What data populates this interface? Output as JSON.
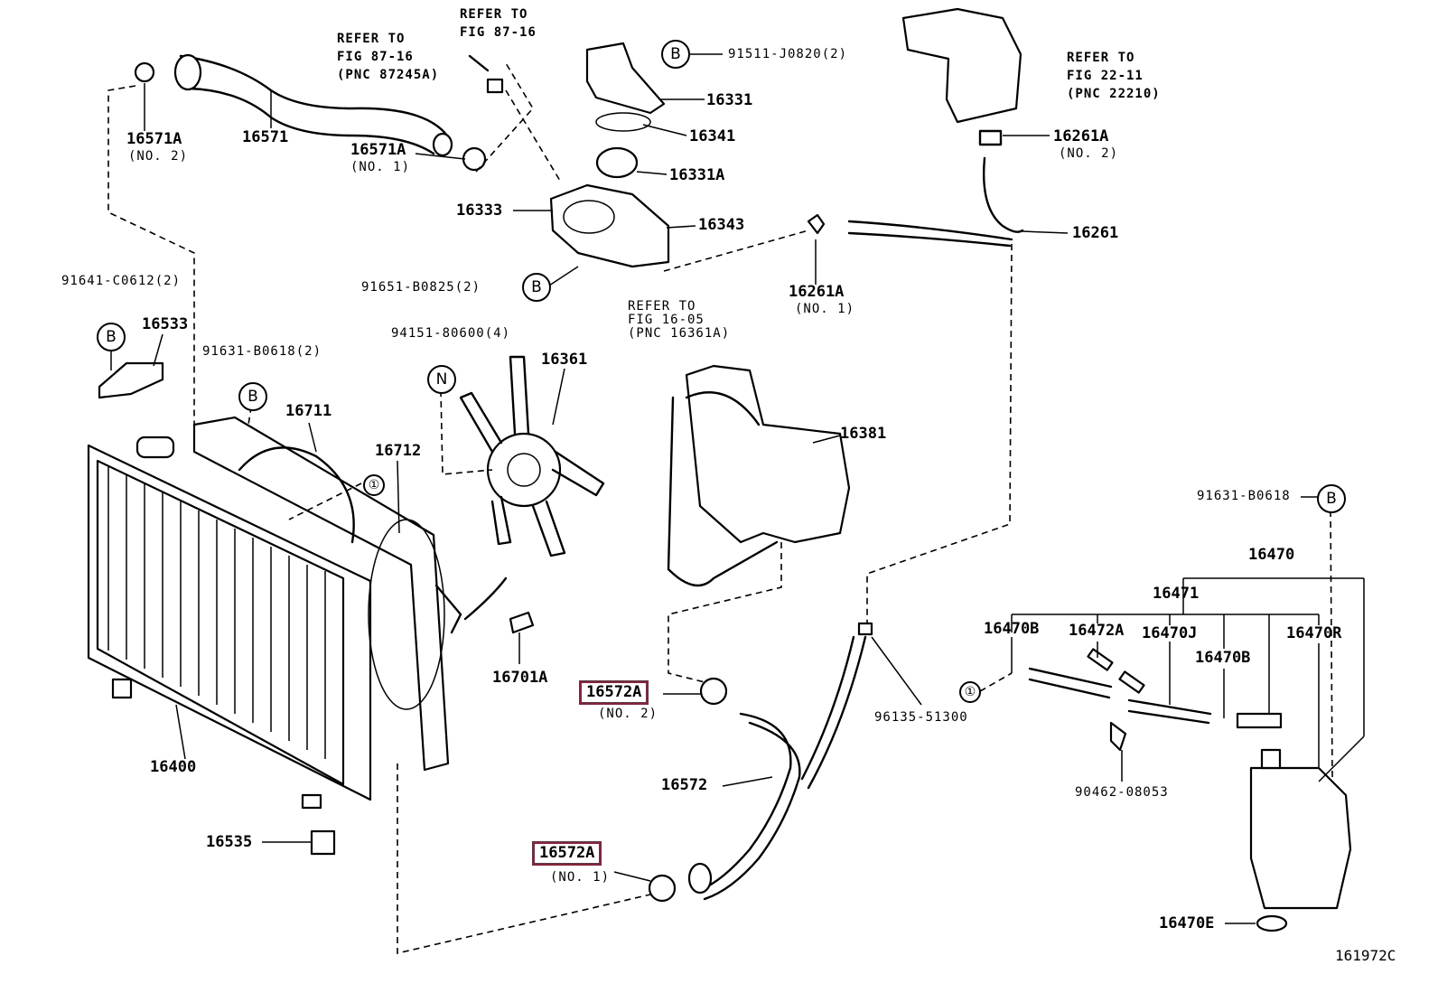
{
  "parts": {
    "p16571A_no2": "16571A",
    "p16571A_no2_sub": "(NO. 2)",
    "p16571": "16571",
    "p16571A_no1": "16571A",
    "p16571A_no1_sub": "(NO. 1)",
    "p16331": "16331",
    "p16341": "16341",
    "p16331A": "16331A",
    "p16333": "16333",
    "p16343": "16343",
    "p16261A_no2": "16261A",
    "p16261A_no2_sub": "(NO. 2)",
    "p16261": "16261",
    "p16261A_no1": "16261A",
    "p16261A_no1_sub": "(NO. 1)",
    "p16533": "16533",
    "p16711": "16711",
    "p16712": "16712",
    "p16361": "16361",
    "p16381": "16381",
    "p16701A": "16701A",
    "p16572A_no2": "16572A",
    "p16572A_no2_sub": "(NO. 2)",
    "p16572": "16572",
    "p16572A_no1": "16572A",
    "p16572A_no1_sub": "(NO. 1)",
    "p16400": "16400",
    "p16535": "16535",
    "p16470": "16470",
    "p16471": "16471",
    "p16470B_a": "16470B",
    "p16472A": "16472A",
    "p16470J": "16470J",
    "p16470B_b": "16470B",
    "p16470R": "16470R",
    "p16470E": "16470E"
  },
  "fasteners": {
    "f91511": "91511-J0820(2)",
    "f91651": "91651-B0825(2)",
    "f91641": "91641-C0612(2)",
    "f91631_a": "91631-B0618(2)",
    "f94151": "94151-80600(4)",
    "f91631_b": "91631-B0618",
    "f96135": "96135-51300",
    "f90462": "90462-08053"
  },
  "references": {
    "r1": "REFER TO\nFIG 87-16\n(PNC 87245A)",
    "r2": "REFER TO\nFIG 87-16",
    "r3": "REFER TO\nFIG 22-11\n(PNC 22210)",
    "r4": "REFER TO\nFIG 16-05\n(PNC 16361A)"
  },
  "markers": {
    "b": "B",
    "n": "N",
    "one": "①"
  },
  "figure_id": "161972C",
  "highlight_color": "#9a1a3c"
}
